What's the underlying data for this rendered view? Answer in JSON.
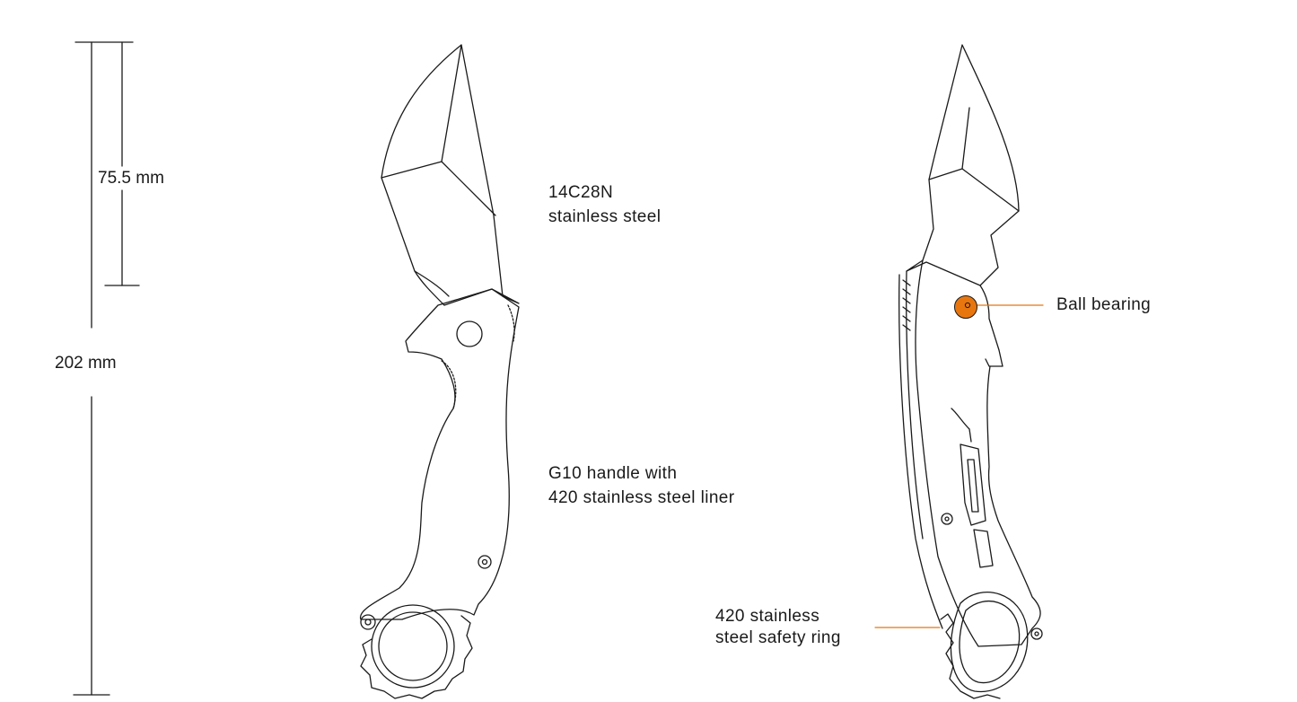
{
  "dimensions": {
    "blade_length": "75.5 mm",
    "overall_length": "202 mm"
  },
  "callouts": {
    "blade_material": {
      "line1": "14C28N",
      "line2": "stainless steel"
    },
    "handle_material": {
      "line1": "G10 handle with",
      "line2": "420 stainless steel liner"
    },
    "pivot": {
      "text": "Ball bearing"
    },
    "ring": {
      "line1": "420 stainless",
      "line2": "steel safety ring"
    }
  },
  "colors": {
    "line_art": "#1a1a1a",
    "accent_orange": "#e8760f",
    "leader_orange": "#e8760f"
  }
}
